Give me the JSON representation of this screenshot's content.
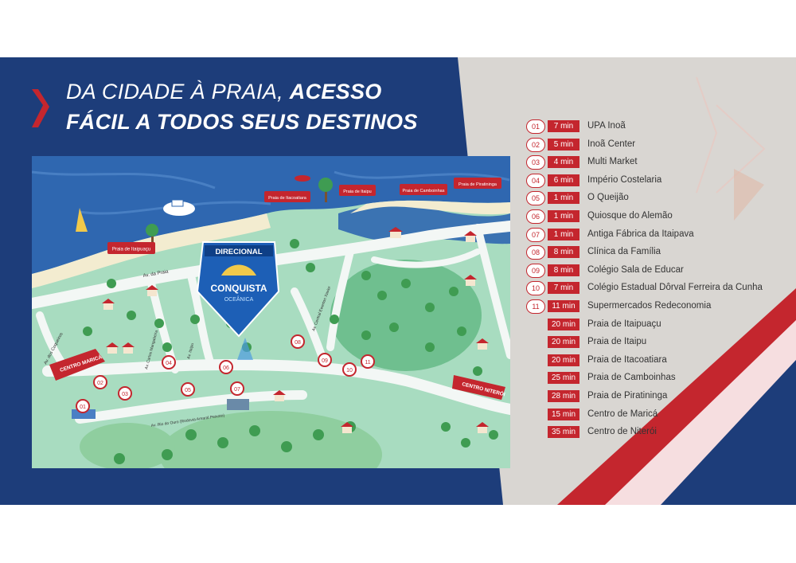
{
  "title": {
    "line1_regular": "DA CIDADE À PRAIA, ",
    "line1_bold": "ACESSO",
    "line2_bold": "FÁCIL A TODOS SEUS DESTINOS"
  },
  "colors": {
    "navy": "#1d3d7a",
    "red": "#c4262e",
    "gray_bg": "#d9d6d2",
    "map_green": "#a8dcc0",
    "sea_blue": "#2f67b0",
    "road": "#f3f7f5"
  },
  "map": {
    "brand_top": "DIRECIONAL",
    "brand_main": "CONQUISTA",
    "brand_sub": "OCEÂNICA",
    "beach_signs": [
      "Praia de Itaipuaçu",
      "Praia de Itacoatiara",
      "Praia de Itaipu",
      "Praia de Camboinhas",
      "Praia de Piratininga"
    ],
    "street_labels": {
      "av_praia": "Av. da Praia",
      "av_coqueiros": "Av. dos Coqueiros",
      "centro_marica": "CENTRO MARICÁ",
      "centro_niteroi": "CENTRO NITERÓI",
      "rua_mangabeira": "Av. Carlos Mangabeira",
      "rua_itaipu": "Av. Itaipu",
      "rio_ouro": "Av. Rio do Ouro (Rodovia Amaral Peixoto)",
      "av_central": "Av. Central Ewerton Xavier"
    },
    "pins": [
      "01",
      "02",
      "03",
      "04",
      "05",
      "06",
      "07",
      "08",
      "09",
      "10",
      "11"
    ]
  },
  "legend": [
    {
      "num": "01",
      "time": "7 min",
      "place": "UPA Inoã"
    },
    {
      "num": "02",
      "time": "5 min",
      "place": "Inoã Center"
    },
    {
      "num": "03",
      "time": "4 min",
      "place": "Multi Market"
    },
    {
      "num": "04",
      "time": "6 min",
      "place": "Império Costelaria"
    },
    {
      "num": "05",
      "time": "1 min",
      "place": "O Queijão"
    },
    {
      "num": "06",
      "time": "1 min",
      "place": "Quiosque do Alemão"
    },
    {
      "num": "07",
      "time": "1 min",
      "place": "Antiga Fábrica da Itaipava"
    },
    {
      "num": "08",
      "time": "8 min",
      "place": "Clínica da Família"
    },
    {
      "num": "09",
      "time": "8 min",
      "place": "Colégio Sala de Educar"
    },
    {
      "num": "10",
      "time": "7 min",
      "place": "Colégio Estadual Dôrval Ferreira da Cunha"
    },
    {
      "num": "11",
      "time": "11 min",
      "place": "Supermercados Redeconomia"
    },
    {
      "num": "",
      "time": "20 min",
      "place": "Praia de Itaipuaçu"
    },
    {
      "num": "",
      "time": "20 min",
      "place": "Praia de Itaipu"
    },
    {
      "num": "",
      "time": "20 min",
      "place": "Praia de Itacoatiara"
    },
    {
      "num": "",
      "time": "25 min",
      "place": "Praia de Camboinhas"
    },
    {
      "num": "",
      "time": "28 min",
      "place": "Praia de Piratininga"
    },
    {
      "num": "",
      "time": "15 min",
      "place": "Centro de Maricá"
    },
    {
      "num": "",
      "time": "35 min",
      "place": "Centro de Niterói"
    }
  ]
}
